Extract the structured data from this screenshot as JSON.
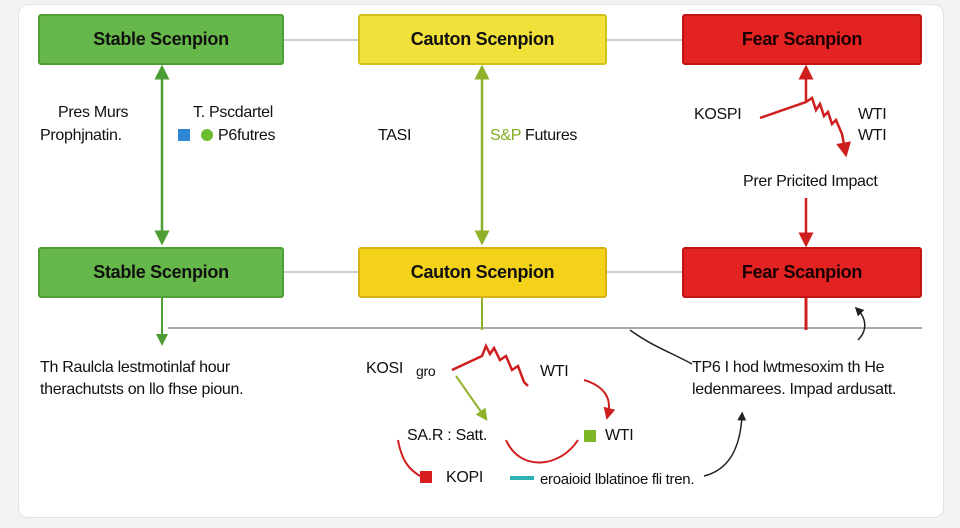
{
  "colors": {
    "green": "#5aa83c",
    "yellow_green": "#93b82b",
    "red": "#d42020",
    "line": "#a9a9a9"
  },
  "top_row": {
    "stable": "Stable Scenpion",
    "caution": "Cauton Scenpion",
    "fear": "Fear Scanpion"
  },
  "mid_row": {
    "stable": "Stable Scenpion",
    "caution": "Cauton Scenpion",
    "fear": "Fear Scanpion"
  },
  "upper_labels": {
    "stable_left_1": "Pres Murs",
    "stable_left_2": "Prophjnatin.",
    "stable_right_1": "T. Pscdartel",
    "stable_right_2": "P6futres",
    "tasi": "TASI",
    "sap_prefix": "S&P",
    "sap_suffix": " Futures",
    "kospi": "KOSPI",
    "wti_1": "WTI",
    "wti_2": "WTI",
    "impact": "Prer Pricited Impact"
  },
  "lower_labels": {
    "stable_1": "Th Raulcla lestmotinlaf hour",
    "stable_2": "therachutsts on llo fhse pioun.",
    "kosi": "KOSI",
    "gro": "gro",
    "wti_a": "WTI",
    "sar": "SA.R : Satt.",
    "wti_b": "WTI",
    "kopi": "KOPI",
    "eroded": "eroaioid lblatinoe fli tren.",
    "fear_1": "TP6 I hod lwtmesoxim th He",
    "fear_2": "ledenmarees. Impad ardusatt."
  }
}
